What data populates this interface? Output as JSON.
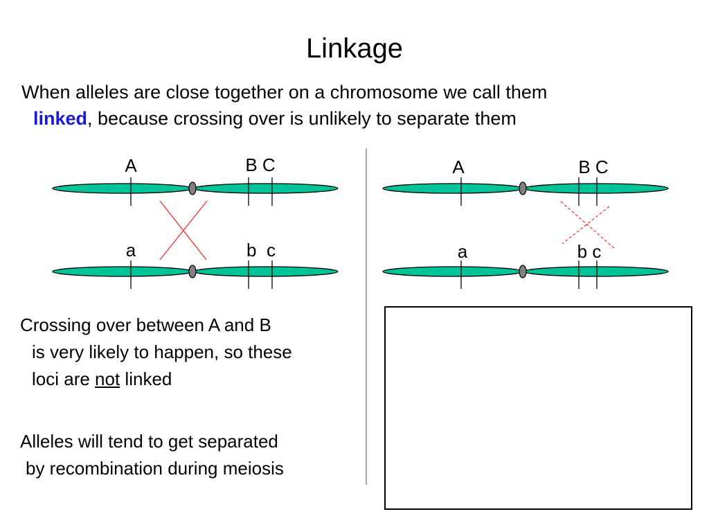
{
  "title": "Linkage",
  "intro": {
    "line1": "When alleles are close together on a chromosome we call them",
    "highlight": "linked",
    "line2_rest": ", because crossing over is unlikely to separate them"
  },
  "left_diagram": {
    "top_labels": [
      "A",
      "B C"
    ],
    "bottom_labels": [
      "a",
      "b  c"
    ]
  },
  "right_diagram": {
    "top_labels": [
      "A",
      "B C"
    ],
    "bottom_labels": [
      "a",
      "b c"
    ]
  },
  "para1": {
    "line1": "Crossing over between A and B",
    "line2": "is very likely to happen, so these",
    "line3_pre": "loci are ",
    "line3_underline": "not",
    "line3_post": " linked"
  },
  "para2": {
    "line1": "Alleles will tend to get separated",
    "line2": "by recombination during meiosis"
  },
  "colors": {
    "chromosome_fill": "#00c398",
    "centromere_fill": "#808080",
    "crossover_line": "#ff2a2a",
    "divider": "#a6a6a6",
    "highlight_text": "#1a1ad6"
  }
}
